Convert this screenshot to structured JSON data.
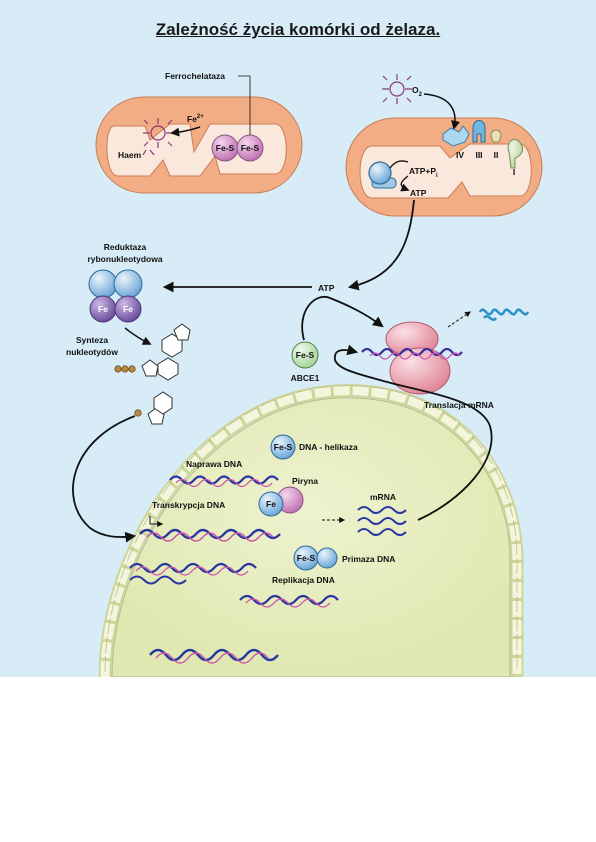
{
  "title": "Zależność życia komórki od żelaza.",
  "colors": {
    "background": "#d7ecf7",
    "mitochondrion": "#f2ad85",
    "nucleus": "#e3ebb7",
    "ribosome": "#f1a0ab",
    "fe_s_cluster": "#c9e6c0",
    "dna_blue": "#2b36a0",
    "dna_pink": "#cc55a8"
  },
  "mito_left": {
    "enzyme": "Ferrochelataza",
    "ion": "Fe",
    "ion_charge": "2+",
    "heme": "Haem",
    "cluster_a": "Fe-S",
    "cluster_b": "Fe-S"
  },
  "mito_right": {
    "oxygen": "O",
    "oxygen_sub": "2",
    "complexes": [
      "IV",
      "III",
      "II",
      "I"
    ],
    "atp_p": "ATP+P",
    "atp_p_sub": "i",
    "atp": "ATP"
  },
  "atp_label": "ATP",
  "reductase": {
    "name_line1": "Reduktaza",
    "name_line2": "rybonukleotydowa",
    "fe_a": "Fe",
    "fe_b": "Fe"
  },
  "synthesis": {
    "line1": "Synteza",
    "line2": "nukleotydów"
  },
  "abce1": {
    "cluster": "Fe-S",
    "name": "ABCE1"
  },
  "translation": "Translacja mRNA",
  "nucleus": {
    "helicase_cluster": "Fe-S",
    "helicase": "DNA - helikaza",
    "repair": "Naprawa DNA",
    "pirin_fe": "Fe",
    "pirin": "Piryna",
    "transcription": "Transkrypcja DNA",
    "mrna": "mRNA",
    "primase_cluster": "Fe-S",
    "primase": "Primaza DNA",
    "replication": "Replikacja DNA"
  }
}
